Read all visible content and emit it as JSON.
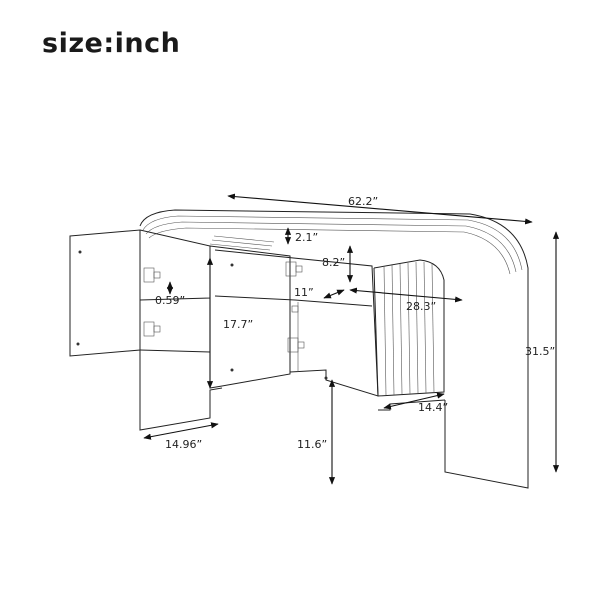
{
  "title": "size:inch",
  "dimensions": {
    "total_width": "62.2”",
    "top_thickness": "2.1”",
    "shelf_height": "8.2”",
    "door_gap": "0.59”",
    "inner_depth": "11”",
    "inner_width": "28.3”",
    "door_height": "17.7”",
    "total_height": "31.5”",
    "base_depth": "14.4”",
    "left_depth": "14.96”",
    "leg_clearance": "11.6”"
  }
}
